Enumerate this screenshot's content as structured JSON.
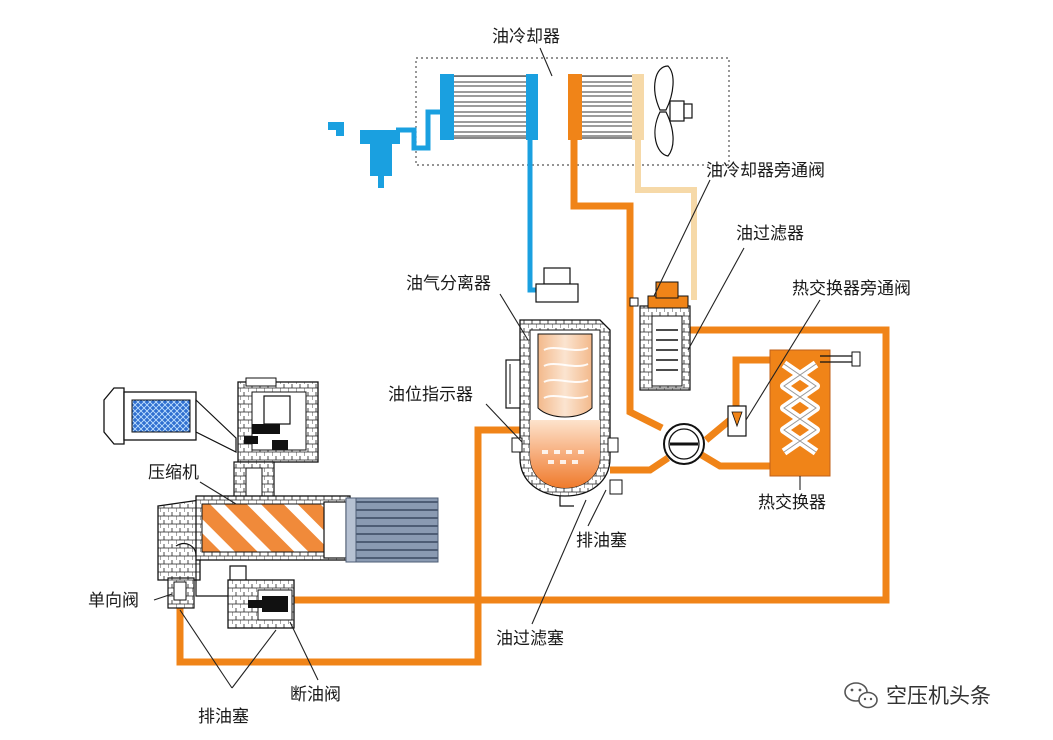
{
  "labels": {
    "oil_cooler": "油冷却器",
    "oil_cooler_bypass_valve": "油冷却器旁通阀",
    "oil_filter": "油过滤器",
    "oil_gas_separator": "油气分离器",
    "heat_exchanger_bypass_valve": "热交换器旁通阀",
    "oil_level_indicator": "油位指示器",
    "compressor": "压缩机",
    "drain_plug_right": "排油塞",
    "heat_exchanger": "热交换器",
    "check_valve": "单向阀",
    "oil_filter_plug": "油过滤塞",
    "oil_cutoff_valve": "断油阀",
    "drain_plug_bottom": "排油塞"
  },
  "watermark": {
    "text": "空压机头条",
    "icon": "wechat-icon"
  },
  "colors": {
    "hot_oil": "#f08418",
    "cold_oil": "#1aa0e0",
    "bypass_line": "#f6d9a8",
    "motor": "#7d8fa8",
    "filter_element": "#2f6fd0"
  }
}
